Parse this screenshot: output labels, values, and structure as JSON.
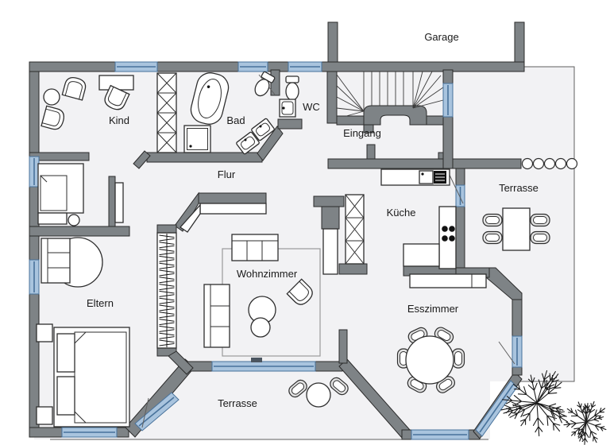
{
  "document": {
    "kind": "floor-plan",
    "language": "de"
  },
  "colors": {
    "wall": "#7e8386",
    "window_fill": "#a9c4de",
    "window_frame": "#48729b",
    "floor": "#f2f2f4",
    "label": "#1a1a1a",
    "background": "#ffffff"
  },
  "rooms": {
    "garage": {
      "label": "Garage"
    },
    "kind": {
      "label": "Kind"
    },
    "bad": {
      "label": "Bad"
    },
    "wc": {
      "label": "WC"
    },
    "eingang": {
      "label": "Eingang"
    },
    "flur": {
      "label": "Flur"
    },
    "terrasse_oben": {
      "label": "Terrasse"
    },
    "kueche": {
      "label": "Küche"
    },
    "wohnzimmer": {
      "label": "Wohnzimmer"
    },
    "eltern": {
      "label": "Eltern"
    },
    "esszimmer": {
      "label": "Esszimmer"
    },
    "terrasse_unten": {
      "label": "Terrasse"
    }
  },
  "symbols": {
    "kind": [
      "armchair",
      "armchair",
      "side-table",
      "desk",
      "desk-chair",
      "wardrobe"
    ],
    "bad": [
      "bathtub",
      "shower",
      "toilet",
      "double-washbasin"
    ],
    "wc": [
      "toilet",
      "washbasin"
    ],
    "eingang": [
      "winder-staircase"
    ],
    "guest_room": [
      "single-bed",
      "stool",
      "tv-board"
    ],
    "eltern": [
      "round-table",
      "loveseat",
      "closet",
      "double-bed",
      "nightstand",
      "nightstand"
    ],
    "wohnzimmer": [
      "rug",
      "sofa",
      "sofa",
      "armchair",
      "coffee-tables",
      "tv-board",
      "shelf"
    ],
    "kueche": [
      "counter-with-sink",
      "stove",
      "corner-counter",
      "tall-cabinet"
    ],
    "esszimmer": [
      "sideboard",
      "round-dining-table",
      "chairs-x6"
    ],
    "terrasse_oben": [
      "table",
      "chairs-x4",
      "post-row"
    ],
    "terrasse_unten": [
      "bistro-table",
      "chairs-x2"
    ],
    "garten": [
      "tree",
      "tree"
    ]
  }
}
